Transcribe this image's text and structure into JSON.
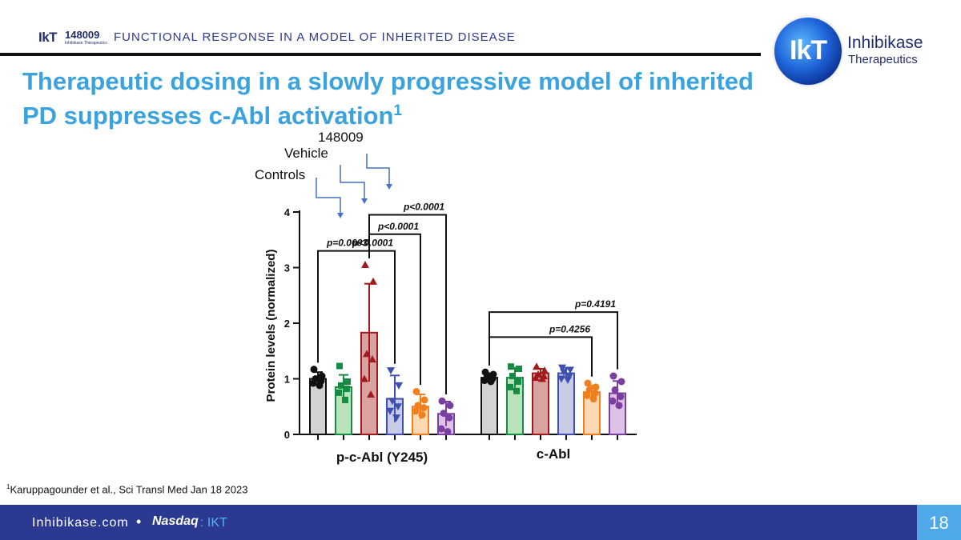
{
  "header": {
    "logo_mark": "IkT",
    "logo_number": "148009",
    "logo_sub": "Inhibikase Therapeutics",
    "section_title": "FUNCTIONAL RESPONSE IN A MODEL OF INHERITED DISEASE"
  },
  "brand": {
    "mark": "IkT",
    "name_line1": "Inhibikase",
    "name_line2": "Therapeutics"
  },
  "slide": {
    "title": "Therapeutic dosing in a slowly progressive model of inherited PD suppresses c-Abl activation",
    "title_sup": "1"
  },
  "annotations": {
    "controls": "Controls",
    "vehicle": "Vehicle",
    "drug": "148009"
  },
  "chart_data": {
    "type": "bar",
    "ylabel": "Protein levels (normalized)",
    "ylim": [
      0,
      4
    ],
    "yticks": [
      0,
      1,
      2,
      3,
      4
    ],
    "groups": [
      {
        "label": "p-c-Abl (Y245)",
        "bars": [
          {
            "value": 1.0,
            "error": 0.12,
            "fill": "#d3d3d3",
            "stroke": "#111111",
            "points": [
              1.17,
              1.05,
              1.0,
              0.96,
              0.92,
              0.88
            ],
            "marker": "circle"
          },
          {
            "value": 0.85,
            "error": 0.22,
            "fill": "#b9e3b9",
            "stroke": "#178b43",
            "points": [
              1.23,
              0.95,
              0.88,
              0.82,
              0.75,
              0.62
            ],
            "marker": "square"
          },
          {
            "value": 1.83,
            "error": 0.88,
            "fill": "#d9a3a3",
            "stroke": "#a01c1c",
            "points": [
              3.05,
              2.75,
              1.45,
              1.35,
              1.0,
              0.72
            ],
            "marker": "triangle"
          },
          {
            "value": 0.64,
            "error": 0.42,
            "fill": "#c7cbe6",
            "stroke": "#3f4fb0",
            "points": [
              1.15,
              0.88,
              0.6,
              0.5,
              0.42,
              0.3
            ],
            "marker": "triangle-down"
          },
          {
            "value": 0.5,
            "error": 0.22,
            "fill": "#fcd9b3",
            "stroke": "#f07f1d",
            "points": [
              0.77,
              0.62,
              0.52,
              0.48,
              0.42,
              0.35
            ],
            "marker": "circle"
          },
          {
            "value": 0.37,
            "error": 0.22,
            "fill": "#dcc3e6",
            "stroke": "#7b3fa0",
            "points": [
              0.6,
              0.52,
              0.38,
              0.3,
              0.1,
              0.05
            ],
            "marker": "circle"
          }
        ]
      },
      {
        "label": "c-Abl",
        "bars": [
          {
            "value": 1.02,
            "error": 0.08,
            "fill": "#d3d3d3",
            "stroke": "#111111",
            "points": [
              1.12,
              1.08,
              1.03,
              1.0,
              0.97,
              0.95
            ],
            "marker": "circle"
          },
          {
            "value": 1.02,
            "error": 0.18,
            "fill": "#b9e3b9",
            "stroke": "#178b43",
            "points": [
              1.22,
              1.18,
              1.05,
              0.95,
              0.85,
              0.78
            ],
            "marker": "square"
          },
          {
            "value": 1.1,
            "error": 0.08,
            "fill": "#d9a3a3",
            "stroke": "#a01c1c",
            "points": [
              1.22,
              1.15,
              1.08,
              1.05,
              1.02,
              1.0
            ],
            "marker": "triangle"
          },
          {
            "value": 1.1,
            "error": 0.1,
            "fill": "#c7cbe6",
            "stroke": "#3f4fb0",
            "points": [
              1.2,
              1.16,
              1.12,
              1.05,
              1.0,
              0.98
            ],
            "marker": "triangle-down"
          },
          {
            "value": 0.76,
            "error": 0.12,
            "fill": "#fcd9b3",
            "stroke": "#f07f1d",
            "points": [
              0.92,
              0.85,
              0.8,
              0.74,
              0.7,
              0.64
            ],
            "marker": "circle"
          },
          {
            "value": 0.74,
            "error": 0.22,
            "fill": "#dcc3e6",
            "stroke": "#7b3fa0",
            "points": [
              1.05,
              0.95,
              0.8,
              0.68,
              0.6,
              0.52
            ],
            "marker": "circle"
          }
        ]
      }
    ],
    "comparisons": [
      {
        "label": "p=0.0003",
        "group": 0,
        "from": 0,
        "to": 2,
        "level": 3.3
      },
      {
        "label": "p<0.0001",
        "group": 0,
        "from": 2,
        "to": 3,
        "level": 3.3
      },
      {
        "label": "p<0.0001",
        "group": 0,
        "from": 2,
        "to": 4,
        "level": 3.6
      },
      {
        "label": "p<0.0001",
        "group": 0,
        "from": 2,
        "to": 5,
        "level": 3.95
      },
      {
        "label": "p=0.4256",
        "group": 1,
        "from": 0,
        "to": 4,
        "level": 1.75
      },
      {
        "label": "p=0.4191",
        "group": 1,
        "from": 0,
        "to": 5,
        "level": 2.2
      }
    ]
  },
  "footnote": {
    "sup": "1",
    "text": "Karuppagounder et al., Sci Transl Med Jan 18 2023"
  },
  "footer": {
    "site": "Inhibikase.com",
    "separator": "•",
    "exchange": "Nasdaq",
    "ticker": ": IKT",
    "page_number": "18"
  }
}
